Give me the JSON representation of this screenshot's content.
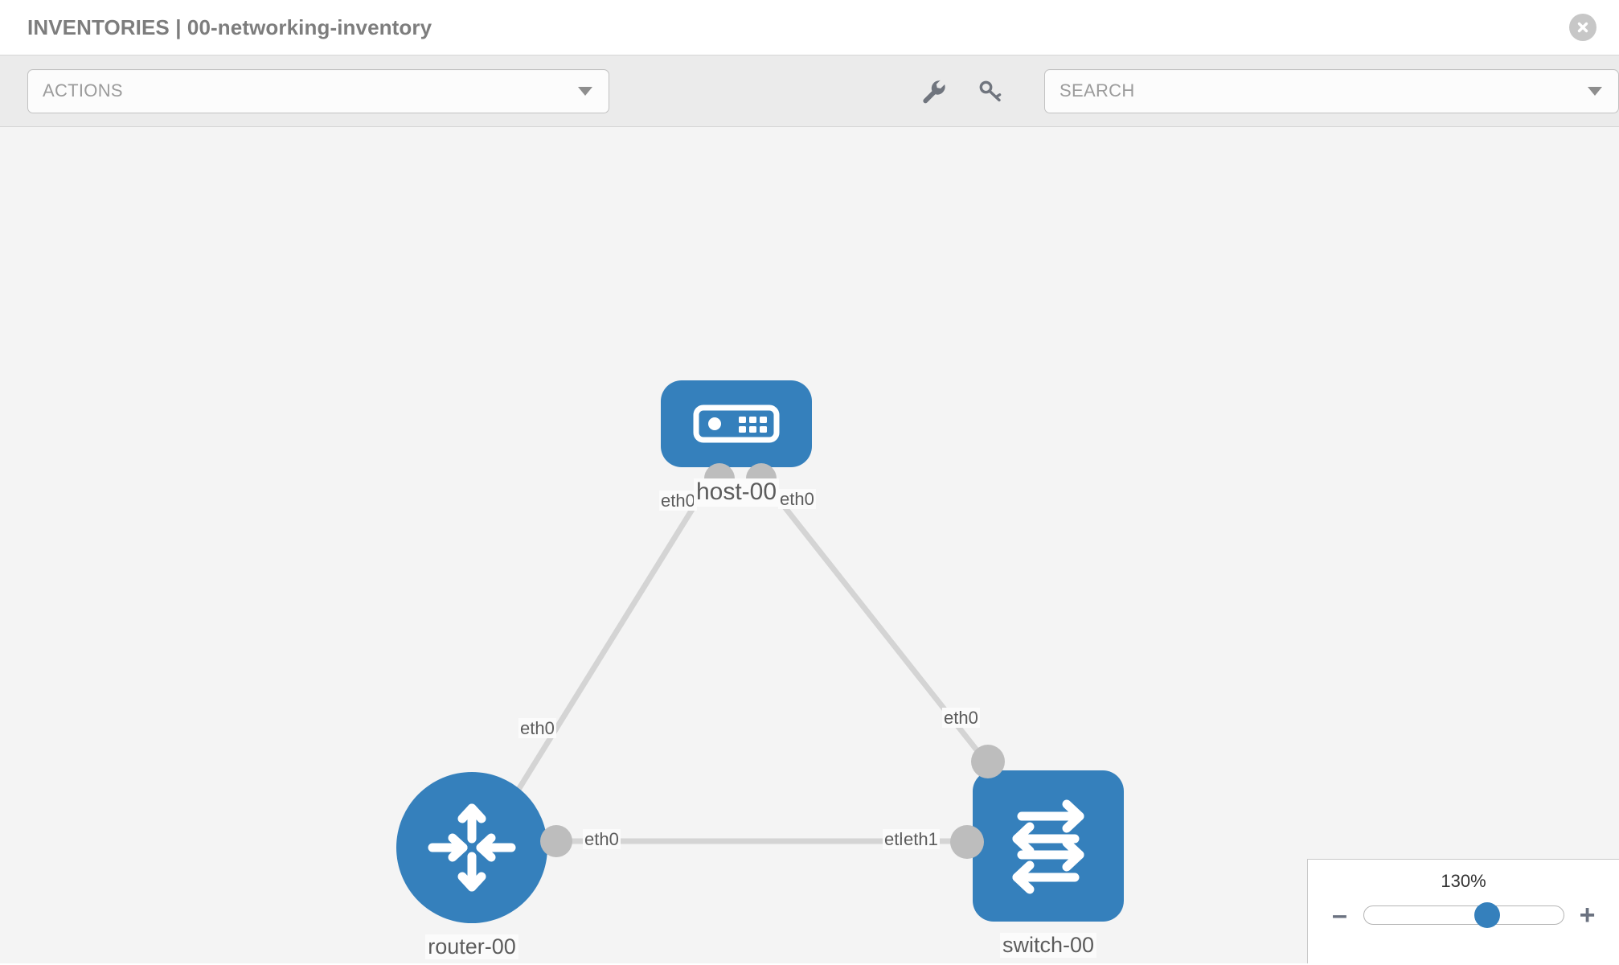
{
  "header": {
    "title": "INVENTORIES | 00-networking-inventory",
    "close_icon": "close-circle-icon"
  },
  "toolbar": {
    "actions_label": "ACTIONS",
    "search_label": "SEARCH",
    "search_placeholder": "SEARCH",
    "wrench_icon": "wrench-icon",
    "key_icon": "key-icon",
    "caret_icon": "chevron-down-icon"
  },
  "topology": {
    "accent_color": "#3580bc",
    "edge_color": "#d2d2d2",
    "port_color": "#bdbdbd",
    "background": "#f4f4f4",
    "nodes": [
      {
        "id": "host-00",
        "label": "host-00",
        "type": "host",
        "icon": "server-icon"
      },
      {
        "id": "router-00",
        "label": "router-00",
        "type": "router",
        "icon": "router-arrows-icon"
      },
      {
        "id": "switch-00",
        "label": "switch-00",
        "type": "switch",
        "icon": "switch-arrows-icon"
      }
    ],
    "edges": [
      {
        "from": "host-00",
        "to": "router-00",
        "from_label": "eth0",
        "to_label": "eth0"
      },
      {
        "from": "host-00",
        "to": "switch-00",
        "from_label": "eth0",
        "to_label": "eth0"
      },
      {
        "from": "router-00",
        "to": "switch-00",
        "from_label": "eth0",
        "to_label": "eth1"
      }
    ],
    "interface_labels": {
      "host_left": "eth0",
      "host_right": "eth0",
      "router_up": "eth0",
      "switch_up": "eth0",
      "router_right": "eth0",
      "switch_left_a": "eth0",
      "switch_left_b": "eth1"
    }
  },
  "zoom_control": {
    "value": "130%",
    "minus_label": "–",
    "plus_label": "+",
    "percent": 62
  }
}
